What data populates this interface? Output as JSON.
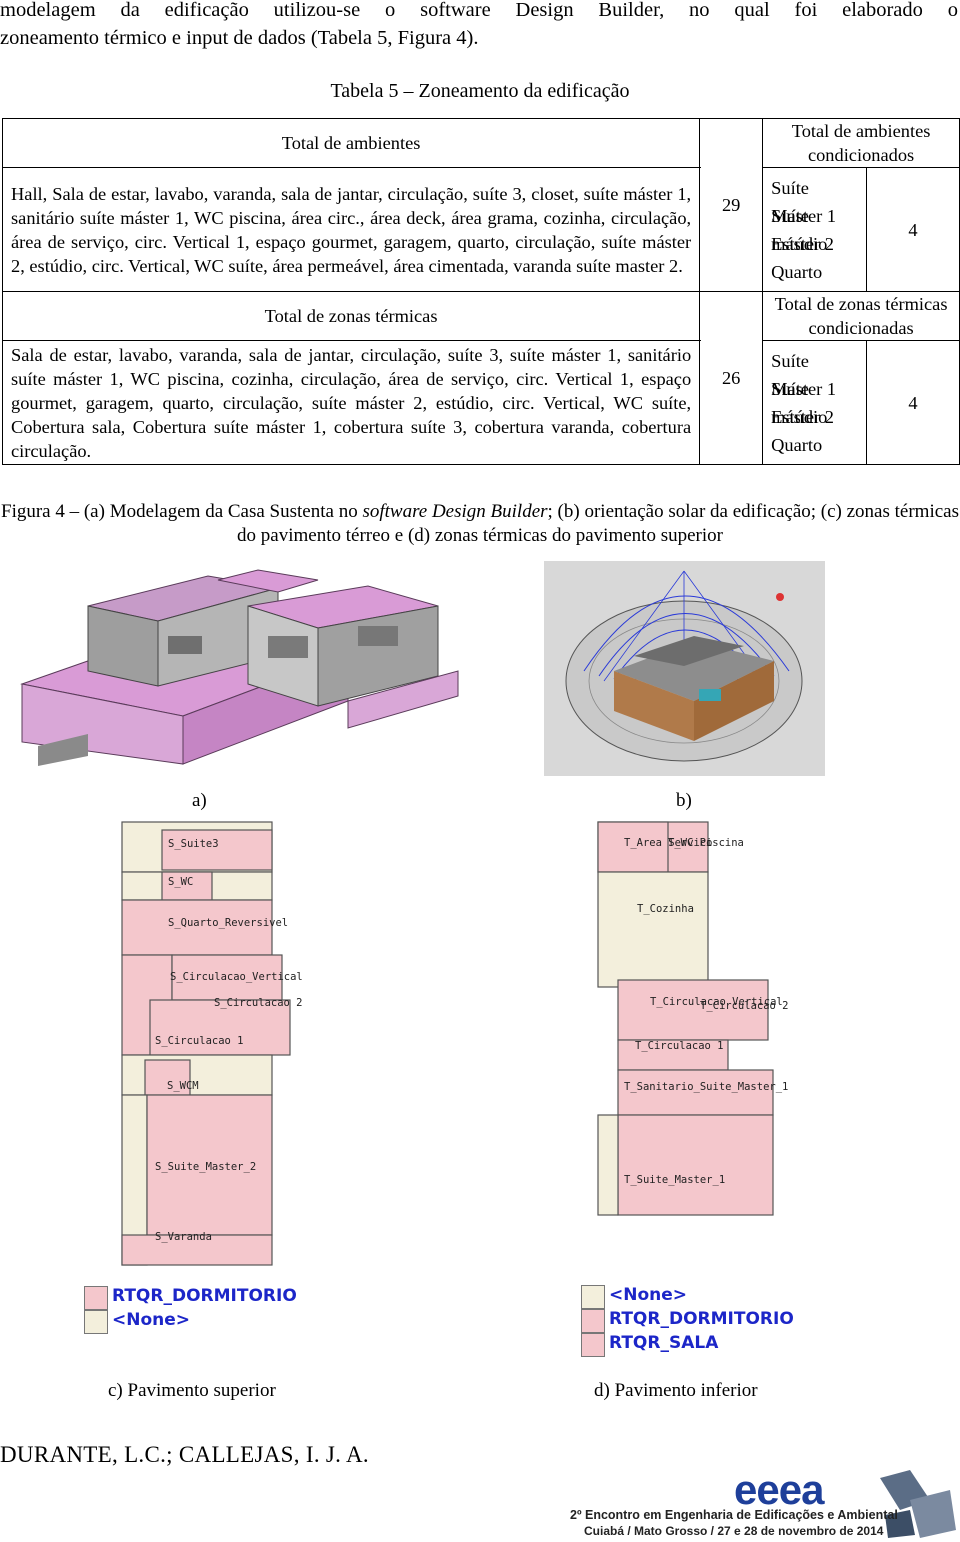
{
  "intro": {
    "line1": "modelagem da edificação utilizou-se o software Design Builder, no qual foi elaborado o",
    "line2": "zoneamento térmico e input de dados (Tabela 5, Figura 4)."
  },
  "table": {
    "caption": "Tabela 5 – Zoneamento da edificação",
    "row1": {
      "header": "Total de ambientes",
      "text": "Hall, Sala de estar, lavabo, varanda, sala de jantar, circulação, suíte 3, closet, suíte máster 1, sanitário suíte máster 1, WC piscina, área circ., área deck, área grama, cozinha, circulação, área de serviço, circ. Vertical 1, espaço gourmet, garagem, quarto, circulação, suíte máster 2, estúdio, circ. Vertical, WC suíte, área permeável, área cimentada, varanda suíte master 2.",
      "count": "29",
      "cond_header": "Total de ambientes condicionados",
      "cond_items": [
        "Suíte Master 1",
        "Suíte máster 2",
        "Estúdio",
        "Quarto"
      ],
      "cond_count": "4"
    },
    "row2": {
      "header": "Total de zonas térmicas",
      "text": "Sala de estar, lavabo, varanda, sala de jantar, circulação, suíte 3, suíte máster 1, sanitário suíte máster 1, WC piscina, cozinha, circulação, área de serviço, circ. Vertical 1, espaço gourmet, garagem, quarto, circulação, suíte máster 2, estúdio, circ. Vertical, WC suíte, Cobertura sala, Cobertura suíte máster 1, cobertura suíte 3, cobertura varanda, cobertura circulação.",
      "count": "26",
      "cond_header": "Total de zonas térmicas condicionadas",
      "cond_items": [
        "Suíte Master 1",
        "Suíte máster 2",
        "Estúdio",
        "Quarto"
      ],
      "cond_count": "4"
    }
  },
  "figure": {
    "caption_prefix": "Figura 4 – (a) Modelagem da Casa Sustenta no ",
    "caption_italic": "software Design Builder",
    "caption_suffix": "; (b) orientação solar da edificação; (c) zonas térmicas do pavimento térreo e (d) zonas térmicas do pavimento superior",
    "label_a": "a)",
    "label_b": "b)",
    "label_c": "c) Pavimento superior",
    "label_d": "d) Pavimento inferior",
    "plan_c_zones": [
      "S_Suite3",
      "S_WC",
      "S_Quarto_Reversivel",
      "S_Circulacao_Vertical",
      "S_Circulacao 2",
      "S_Circulacao 1",
      "S_WCM",
      "S_Suite_Master_2",
      "S_Varanda"
    ],
    "plan_d_zones": [
      "T_Area Servico",
      "T_WC Piscina",
      "T_Cozinha",
      "T_Circulacao Vertical",
      "T_Circulacao 2",
      "T_Circulacao 1",
      "T_Sanitario_Suite_Master_1",
      "T_Suite_Master_1"
    ],
    "legend_c": [
      "RTQR_DORMITORIO",
      "<None>"
    ],
    "legend_d": [
      "<None>",
      "RTQR_DORMITORIO",
      "RTQR_SALA"
    ],
    "colors": {
      "conditioned": "#f4c7cc",
      "unconditioned": "#f3efdc",
      "model_magenta": "#d99bd6",
      "legend_text": "#1c26c8"
    }
  },
  "footer": {
    "authors": "DURANTE, L.C.; CALLEJAS, I. J. A.",
    "logo": "eeea",
    "event_line1": "2º Encontro  em Engenharia de Edificações e Ambiental",
    "event_line2": "Cuiabá / Mato Grosso / 27 e 28 de novembro de 2014"
  }
}
